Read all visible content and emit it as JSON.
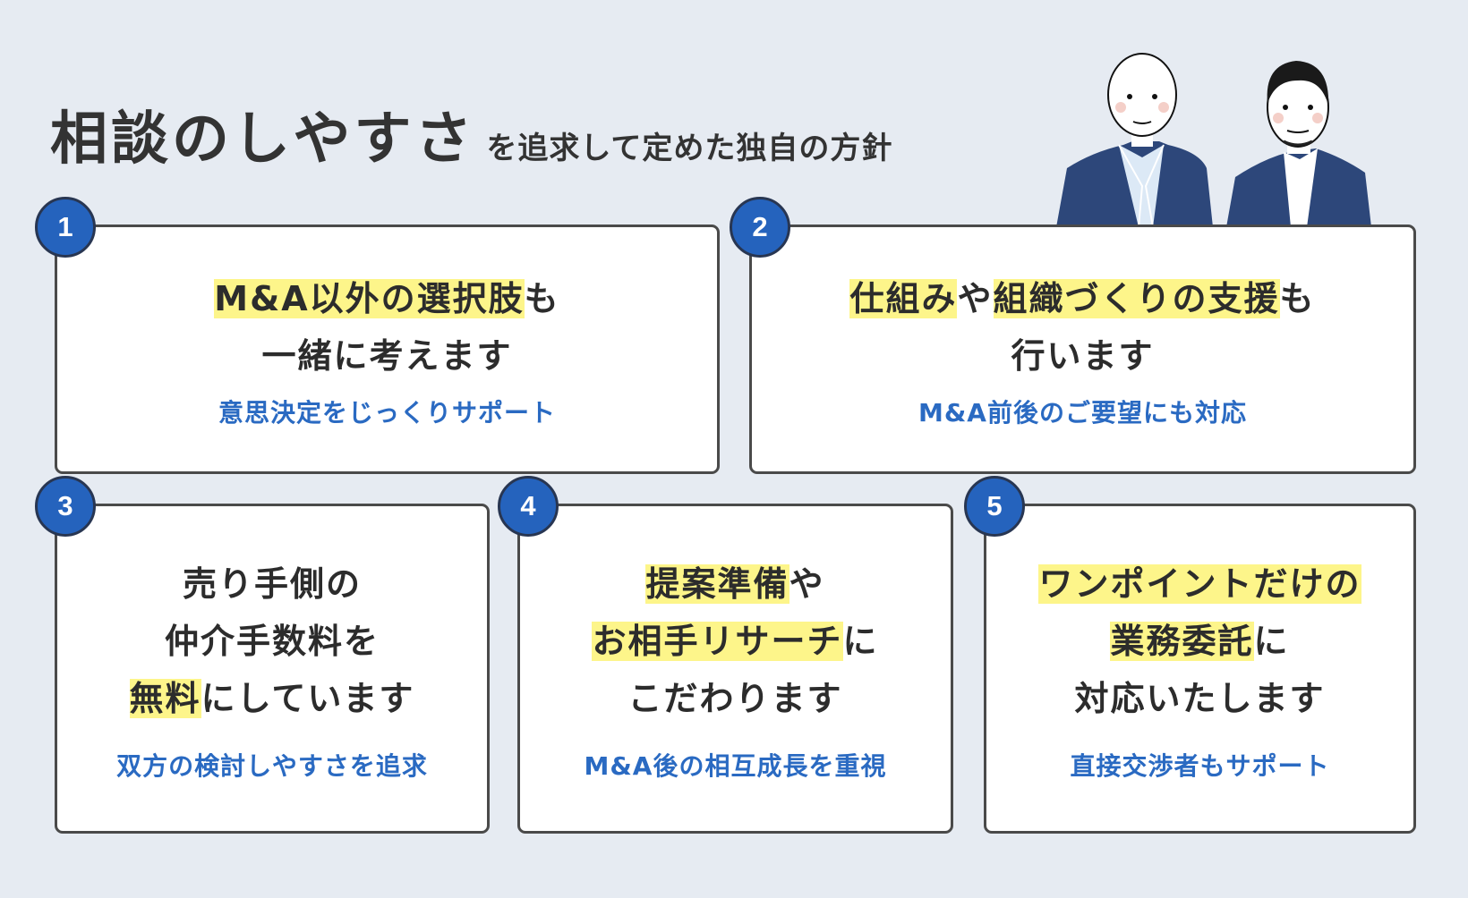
{
  "header": {
    "title_main": "相談のしやすさ",
    "title_sub": "を追求して定めた独自の方針"
  },
  "colors": {
    "background": "#e6ebf2",
    "badge": "#2563bd",
    "highlight": "#fdf58a",
    "subtext": "#2a6ac2"
  },
  "cards": [
    {
      "number": "1",
      "lines": [
        [
          {
            "t": "M&A以外の選択肢",
            "hl": true
          },
          {
            "t": "も",
            "hl": false
          }
        ],
        [
          {
            "t": "一緒に考えます",
            "hl": false
          }
        ]
      ],
      "sub": "意思決定をじっくりサポート"
    },
    {
      "number": "2",
      "lines": [
        [
          {
            "t": "仕組み",
            "hl": true
          },
          {
            "t": "や",
            "hl": false
          },
          {
            "t": "組織づくりの支援",
            "hl": true
          },
          {
            "t": "も",
            "hl": false
          }
        ],
        [
          {
            "t": "行います",
            "hl": false
          }
        ]
      ],
      "sub": "M&A前後のご要望にも対応"
    },
    {
      "number": "3",
      "lines": [
        [
          {
            "t": "売り手側の",
            "hl": false
          }
        ],
        [
          {
            "t": "仲介手数料を",
            "hl": false
          }
        ],
        [
          {
            "t": "無料",
            "hl": true
          },
          {
            "t": "にしています",
            "hl": false
          }
        ]
      ],
      "sub": "双方の検討しやすさを追求"
    },
    {
      "number": "4",
      "lines": [
        [
          {
            "t": "提案準備",
            "hl": true
          },
          {
            "t": "や",
            "hl": false
          }
        ],
        [
          {
            "t": "お相手リサーチ",
            "hl": true
          },
          {
            "t": "に",
            "hl": false
          }
        ],
        [
          {
            "t": "こだわります",
            "hl": false
          }
        ]
      ],
      "sub": "M&A後の相互成長を重視"
    },
    {
      "number": "5",
      "lines": [
        [
          {
            "t": "ワンポイントだけの",
            "hl": true
          }
        ],
        [
          {
            "t": "業務委託",
            "hl": true
          },
          {
            "t": "に",
            "hl": false
          }
        ],
        [
          {
            "t": "対応いたします",
            "hl": false
          }
        ]
      ],
      "sub": "直接交渉者もサポート"
    }
  ]
}
